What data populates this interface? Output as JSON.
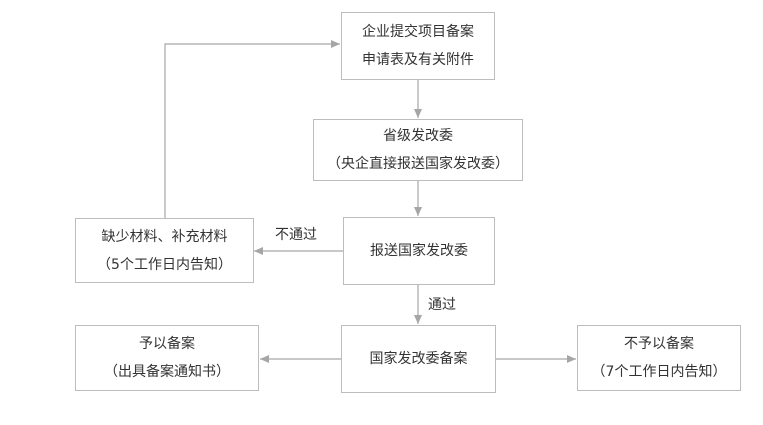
{
  "diagram": {
    "nodes": {
      "submit": {
        "line1": "企业提交项目备案",
        "line2": "申请表及有关附件"
      },
      "provincial": {
        "line1": "省级发改委",
        "line2": "（央企直接报送国家发改委）"
      },
      "report": {
        "line1": "报送国家发改委"
      },
      "supplement": {
        "line1": "缺少材料、补充材料",
        "line2": "（5个工作日内告知）"
      },
      "ndrc_filing": {
        "line1": "国家发改委备案"
      },
      "approved": {
        "line1": "予以备案",
        "line2": "（出具备案通知书）"
      },
      "rejected": {
        "line1": "不予以备案",
        "line2": "（7个工作日内告知）"
      }
    },
    "edges": {
      "not_pass": "不通过",
      "pass": "通过"
    },
    "line_color": "#a6a6a6"
  }
}
